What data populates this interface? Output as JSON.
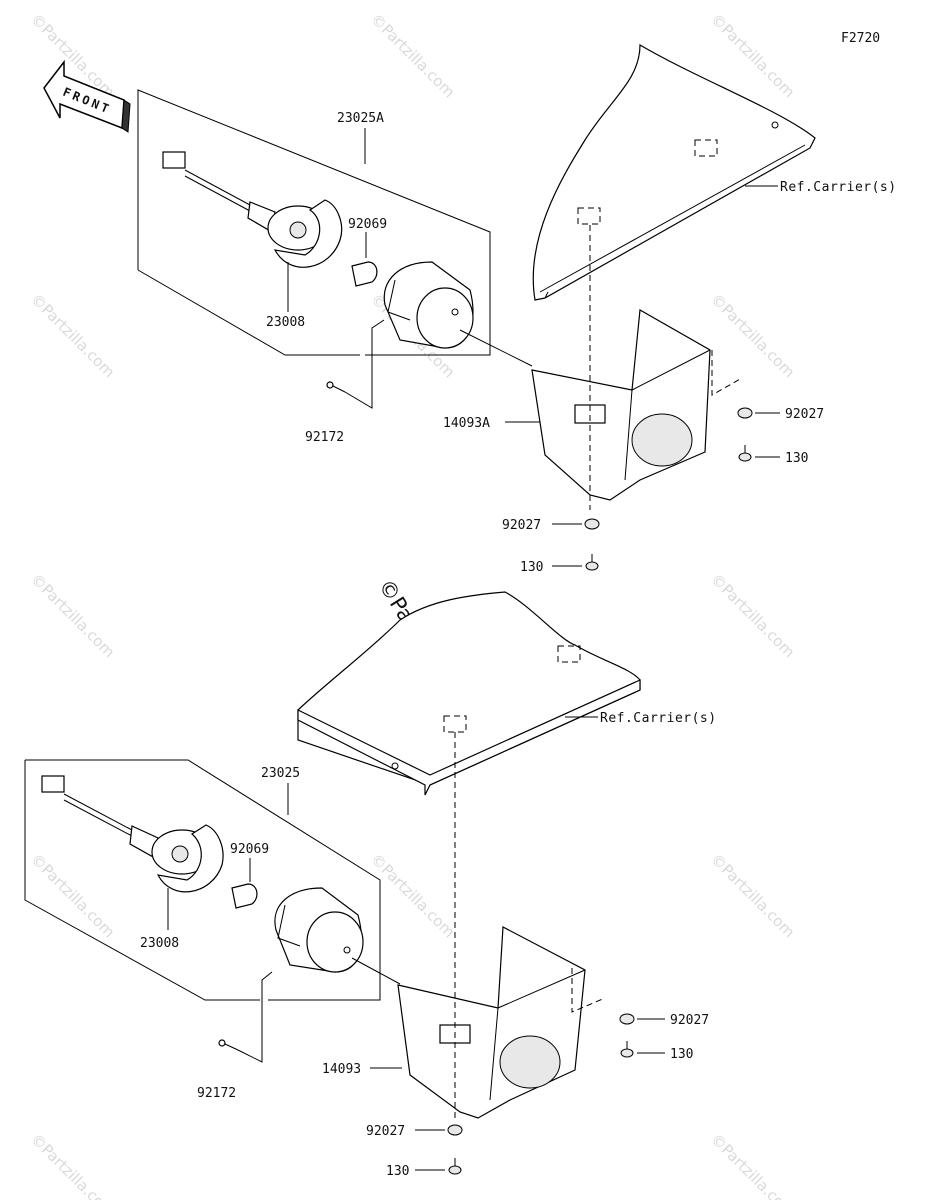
{
  "figure_code": "F2720",
  "front_label": "FRONT",
  "watermark": {
    "small": "©Partzilla.com",
    "main": "©Partzilla.com"
  },
  "upper_assembly": {
    "assembly_label": "23025A",
    "socket_label": "23008",
    "bulb_label": "92069",
    "screw_label": "92172",
    "bracket_label": "14093A",
    "carrier_ref": "Ref.Carrier(s)",
    "right_nut_label": "92027",
    "right_bolt_label": "130",
    "bottom_nut_label": "92027",
    "bottom_bolt_label": "130"
  },
  "lower_assembly": {
    "assembly_label": "23025",
    "socket_label": "23008",
    "bulb_label": "92069",
    "screw_label": "92172",
    "bracket_label": "14093",
    "carrier_ref": "Ref.Carrier(s)",
    "right_nut_label": "92027",
    "right_bolt_label": "130",
    "bottom_nut_label": "92027",
    "bottom_bolt_label": "130"
  }
}
